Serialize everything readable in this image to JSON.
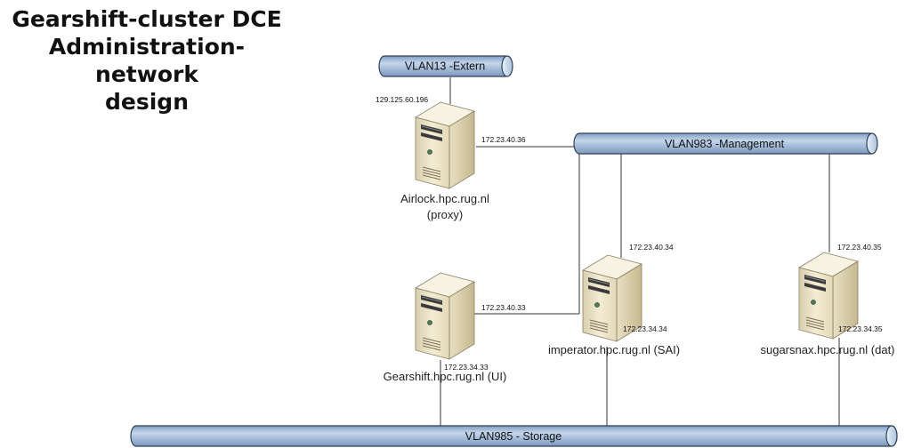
{
  "title": {
    "line1": "Gearshift-cluster DCE",
    "line2": "Administration-network",
    "line3": "design"
  },
  "vlans": {
    "extern": "VLAN13 -Extern",
    "management": "VLAN983 -Management",
    "storage": "VLAN985 - Storage"
  },
  "servers": {
    "airlock": {
      "name": "Airlock.hpc.rug.nl",
      "role": "(proxy)",
      "ip_extern": "129.125.60.196",
      "ip_management": "172.23.40.36",
      "icon": "server-tower-icon"
    },
    "gearshift": {
      "name": "Gearshift.hpc.rug.nl (UI)",
      "ip_management": "172.23.40.33",
      "ip_storage": "172.23.34.33",
      "icon": "server-tower-icon"
    },
    "imperator": {
      "name": "imperator.hpc.rug.nl (SAI)",
      "ip_management": "172.23.40.34",
      "ip_storage": "172.23.34.34",
      "icon": "server-tower-icon"
    },
    "sugarsnax": {
      "name": "sugarsnax.hpc.rug.nl (dat)",
      "ip_management": "172.23.40.35",
      "ip_storage": "172.23.34.35",
      "icon": "server-tower-icon"
    }
  },
  "colors": {
    "bus_fill": "#9fbad6",
    "bus_stroke": "#2e3f58",
    "server_body": "#ece3c6",
    "server_side": "#cfc29c",
    "line": "#333333"
  }
}
